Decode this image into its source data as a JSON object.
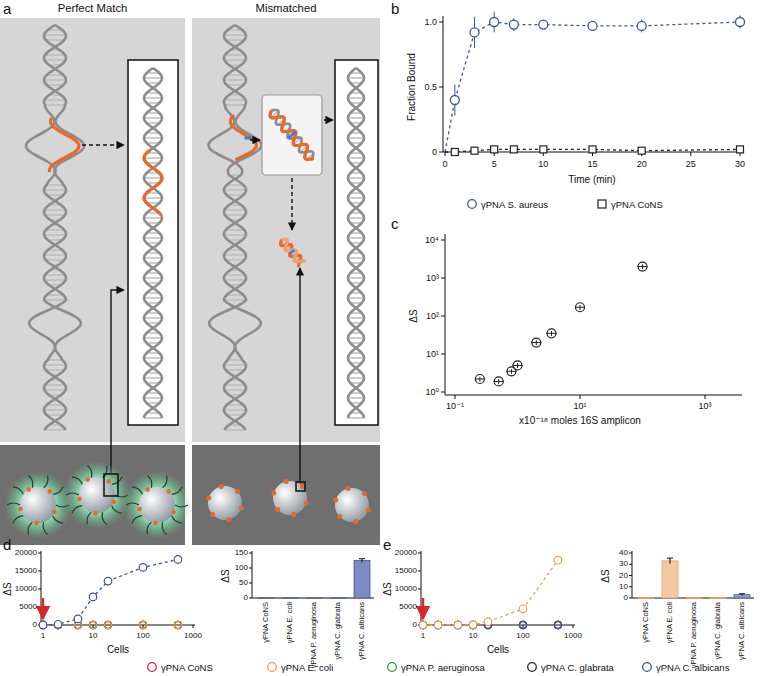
{
  "diagram": {
    "nodes": [
      {
        "text": [
          "Perfect Match"
        ]
      },
      {
        "text": [
          "Mismatched"
        ]
      }
    ],
    "labels": [
      "a",
      "b",
      "Fraction Bound",
      "0",
      "0.5",
      "1.0",
      "0",
      "5",
      "10",
      "15",
      "20",
      "25",
      "30",
      "Time (min)",
      "c",
      "ΔS",
      "10⁰",
      "10¹",
      "10²",
      "10³",
      "10⁴",
      "10⁻¹",
      "10¹",
      "10³",
      "x10⁻¹⁸ moles 16S amplicon",
      "d",
      "ΔS",
      "0",
      "5000",
      "10000",
      "15000",
      "20000",
      "1",
      "10",
      "100",
      "1000",
      "Cells",
      "ΔS",
      "0",
      "50",
      "100",
      "150",
      "γPNA CoNS",
      "γPNA E. coli",
      "γPNA P. aeruginosa",
      "γPNA C. glabrata",
      "γPNA C. albicans",
      "e",
      "ΔS",
      "0",
      "5000",
      "10000",
      "15000",
      "20000",
      "1",
      "10",
      "100",
      "1000",
      "Cells",
      "ΔS",
      "0",
      "10",
      "20",
      "30",
      "40",
      "γPNA CoNS",
      "γPNA E. coli",
      "γPNA P. aeruginosa",
      "γPNA C. glabrata",
      "γPNA C. albicans"
    ],
    "legend": [
      {
        "text": "γPNA S. aureus"
      },
      {
        "text": "γPNA CoNS"
      },
      {
        "text": "γPNA CoNS"
      },
      {
        "text": "γPNA E. coli"
      },
      {
        "text": "γPNA P. aeruginosa"
      },
      {
        "text": "γPNA C. glabrata"
      },
      {
        "text": "γPNA C. albicans"
      }
    ]
  }
}
